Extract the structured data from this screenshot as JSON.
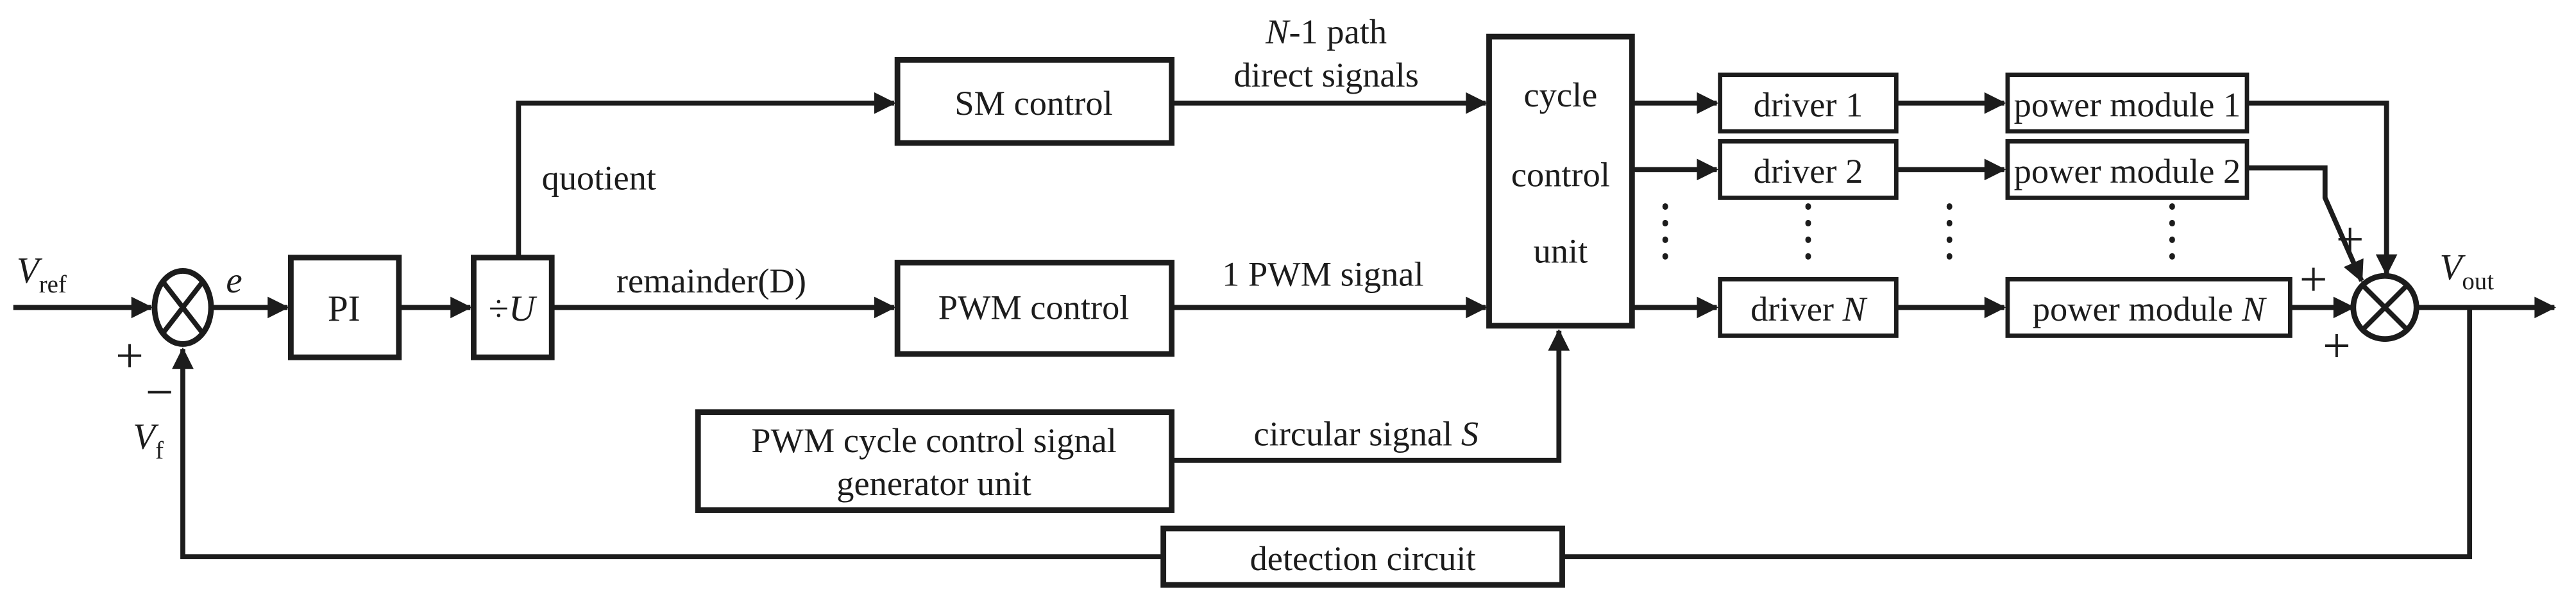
{
  "diagram_type": "control-block-diagram",
  "colors": {
    "line": "#1c1c1c",
    "background": "#ffffff"
  },
  "icons": {
    "left_summing_junction": "crossed-circle-summing-junction",
    "right_summing_junction": "crossed-circle-summing-junction",
    "arrowhead": "solid-triangle-arrow",
    "ellipsis_columns": "vertical-dotted-continuation"
  },
  "blocks": {
    "pi": "PI",
    "divider": {
      "symbol": "÷",
      "var": "U"
    },
    "sm_control": "SM control",
    "pwm_control": "PWM control",
    "cycle_control_unit": {
      "line1": "cycle",
      "line2": "control",
      "line3": "unit"
    },
    "drivers": [
      {
        "prefix": "driver ",
        "index": "1"
      },
      {
        "prefix": "driver ",
        "index": "2"
      },
      {
        "prefix": "driver ",
        "index": "N"
      }
    ],
    "power_modules": [
      {
        "prefix": "power module ",
        "index": "1"
      },
      {
        "prefix": "power module ",
        "index": "2"
      },
      {
        "prefix": "power module ",
        "index": "N"
      }
    ],
    "pwm_generator": {
      "line1": "PWM cycle control signal",
      "line2": "generator unit"
    },
    "detection_circuit": "detection circuit"
  },
  "signals": {
    "v_ref": {
      "base": "V",
      "sub": "ref"
    },
    "error": "e",
    "quotient": "quotient",
    "remainder": "remainder(D)",
    "n1_path": {
      "var": "N",
      "rest": "-1 path",
      "line2": "direct signals"
    },
    "one_pwm": "1 PWM signal",
    "circular": {
      "text": "circular signal ",
      "var": "S"
    },
    "v_out": {
      "base": "V",
      "sub": "out"
    },
    "v_f": {
      "base": "V",
      "sub": "f"
    },
    "sum_left": {
      "plus": "+",
      "minus": "−"
    },
    "sum_right": {
      "plus_top": "+",
      "plus_mid": "+",
      "plus_bottom": "+"
    }
  }
}
